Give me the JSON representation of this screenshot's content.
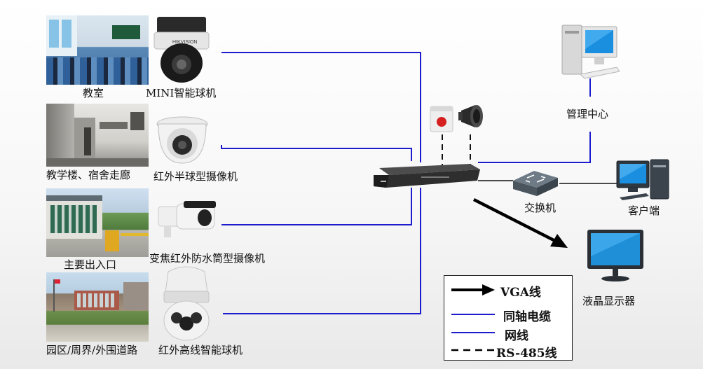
{
  "sources": [
    {
      "place_label": "教室",
      "camera_label": "MINI智能球机"
    },
    {
      "place_label": "教学楼、宿舍走廊",
      "camera_label": "红外半球型摄像机"
    },
    {
      "place_label": "主要出入口",
      "camera_label": "变焦红外防水筒型摄像机"
    },
    {
      "place_label": "园区/周界/外围道路",
      "camera_label": "红外高线智能球机"
    }
  ],
  "devices": {
    "management_center": "管理中心",
    "switch": "交换机",
    "client": "客户端",
    "lcd_monitor": "液晶显示器"
  },
  "legend": {
    "vga": "VGA线",
    "coax": "同轴电缆",
    "network": "网线",
    "rs485": "RS-485线"
  },
  "colors": {
    "line_blue": "#1c1ccc",
    "arrow_black": "#000000",
    "monitor_blue": "#1f8fd8"
  }
}
